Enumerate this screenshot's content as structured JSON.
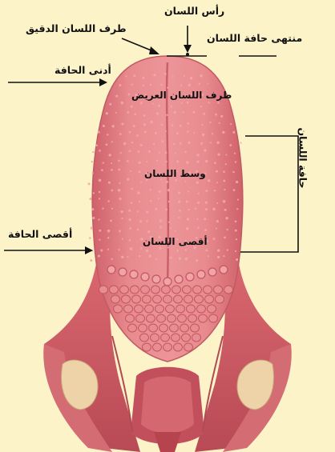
{
  "labels": {
    "tip": "رأس اللسان",
    "fine_tip": "طرف اللسان الدقيق",
    "edge_end": "منتهى حافة اللسان",
    "lowest_edge": "أدنى الحافة",
    "broad_tip": "طرف اللسان العريض",
    "middle": "وسط اللسان",
    "farthest": "أقصى اللسان",
    "farthest_edge": "أقصى الحافة",
    "tongue_edge": "حافة اللسان"
  },
  "colors": {
    "background": "#fdf3c9",
    "tongue": "#e2797f",
    "tongue_dark": "#c85a63",
    "papillae": "#e98e92",
    "tonsil": "#eed2a8",
    "line": "#111111"
  }
}
